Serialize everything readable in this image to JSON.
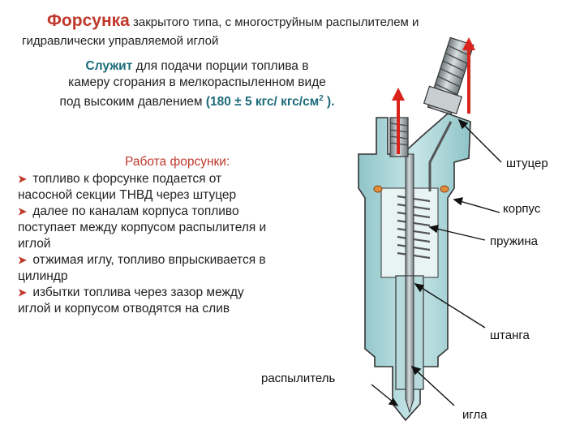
{
  "title": {
    "main": "Форсунка",
    "rest": "закрытого типа, с многоструйным распылителем и",
    "line2": "гидравлически управляемой иглой"
  },
  "purpose": {
    "highlight": "Служит",
    "line1_rest": "для подачи порции топлива в",
    "line2": "камеру сгорания в мелкораспыленном  виде",
    "line3": "под высоким давлением",
    "pressure": "(180 ± 5 кгс/ кгс/см",
    "pressure_sup": "2",
    "pressure_end": " )."
  },
  "work": {
    "title": "Работа форсунки:",
    "items": [
      {
        "line1": "топливо к форсунке подается от",
        "line2": "насосной секции ТНВД через штуцер"
      },
      {
        "line1": "далее по каналам корпуса топливо",
        "line2": "поступает между корпусом распылителя и",
        "line3": "иглой"
      },
      {
        "line1": "отжимая иглу, топливо впрыскивается в",
        "line2": "цилиндр"
      },
      {
        "line1": "избытки топлива через зазор между",
        "line2": "иглой и корпусом отводятся на слив"
      }
    ]
  },
  "labels": {
    "fitting": "штуцер",
    "body": "корпус",
    "spring": "пружина",
    "rod": "штанга",
    "sprayer": "распылитель",
    "needle": "игла"
  },
  "colors": {
    "accent_red": "#c0382b",
    "teal": "#1d6b7a",
    "body_fill": "#a9d3d6",
    "metal": "#9aa3a6",
    "spring": "#6b6b6b"
  }
}
